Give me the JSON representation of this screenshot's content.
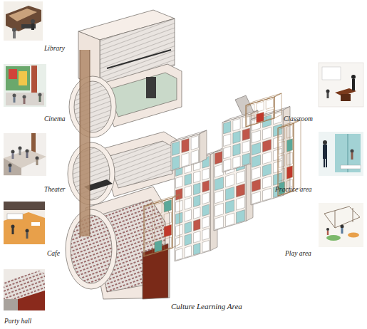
{
  "diagram": {
    "caption": "Culture Learning Area",
    "labels": [
      "Library",
      "Cinema",
      "Theater",
      "Cafe",
      "Party hall",
      "Classroom",
      "Practice area",
      "Play area"
    ]
  }
}
